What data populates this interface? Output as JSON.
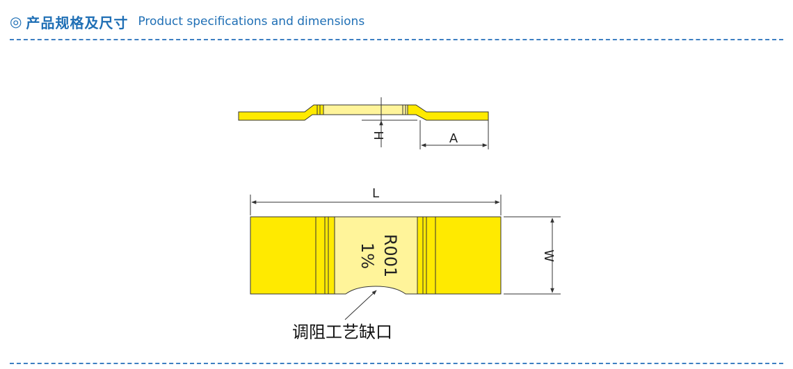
{
  "header": {
    "bullet": "◎",
    "title_cn": "产品规格及尺寸",
    "title_en": "Product specifications and dimensions"
  },
  "labels": {
    "H": "H",
    "A": "A",
    "L": "L",
    "W": "W",
    "marking_line1": "R001",
    "marking_line2": "1%",
    "notch_callout": "调阻工艺缺口"
  },
  "colors": {
    "accent": "#1f6fb5",
    "terminal_yellow": "#ffea00",
    "resistor_pale": "#fff49a",
    "outline": "#333333"
  }
}
